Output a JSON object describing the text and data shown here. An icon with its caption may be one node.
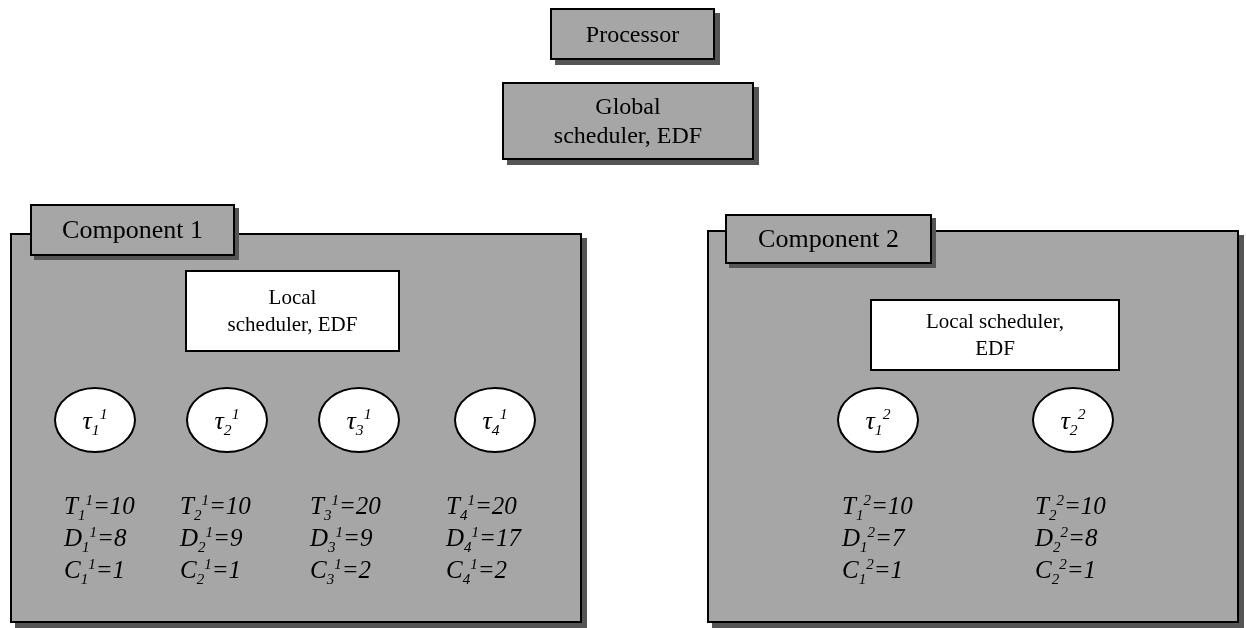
{
  "diagram": {
    "nodes": [
      {
        "text": [
          "Processor"
        ]
      },
      {
        "text": [
          "Global scheduler, EDF"
        ]
      },
      {
        "text": [
          "Component 1"
        ]
      },
      {
        "text": [
          "Local scheduler, EDF"
        ],
        "in": 2
      },
      {
        "text": [
          "τ$_{1}$$^{1}$"
        ],
        "in": 2,
        "beside": [
          "T$_{1}$$^{1}$=10",
          "D$_{1}$$^{1}$=8",
          "C$_{1}$$^{1}$=1"
        ]
      },
      {
        "text": [
          "τ$_{2}$$^{1}$"
        ],
        "in": 2,
        "beside": [
          "T$_{2}$$^{1}$=10",
          "D$_{2}$$^{1}$=9",
          "C$_{2}$$^{1}$=1"
        ]
      },
      {
        "text": [
          "τ$_{3}$$^{1}$"
        ],
        "in": 2,
        "beside": [
          "T$_{3}$$^{1}$=20",
          "D$_{3}$$^{1}$=9",
          "C$_{3}$$^{1}$=2"
        ]
      },
      {
        "text": [
          "τ$_{4}$$^{1}$"
        ],
        "in": 2,
        "beside": [
          "T$_{4}$$^{1}$=20",
          "D$_{4}$$^{1}$=17",
          "C$_{4}$$^{1}$=2"
        ]
      },
      {
        "text": [
          "Component 2"
        ]
      },
      {
        "text": [
          "Local scheduler, EDF"
        ],
        "in": 8
      },
      {
        "text": [
          "τ$_{1}$$^{2}$"
        ],
        "in": 8,
        "beside": [
          "T$_{1}$$^{2}$=10",
          "D$_{1}$$^{2}$=7",
          "C$_{1}$$^{2}$=1"
        ]
      },
      {
        "text": [
          "τ$_{2}$$^{2}$"
        ],
        "in": 8,
        "beside": [
          "T$_{2}$$^{2}$=10",
          "D$_{2}$$^{2}$=8",
          "C$_{2}$$^{2}$=1"
        ]
      }
    ]
  }
}
